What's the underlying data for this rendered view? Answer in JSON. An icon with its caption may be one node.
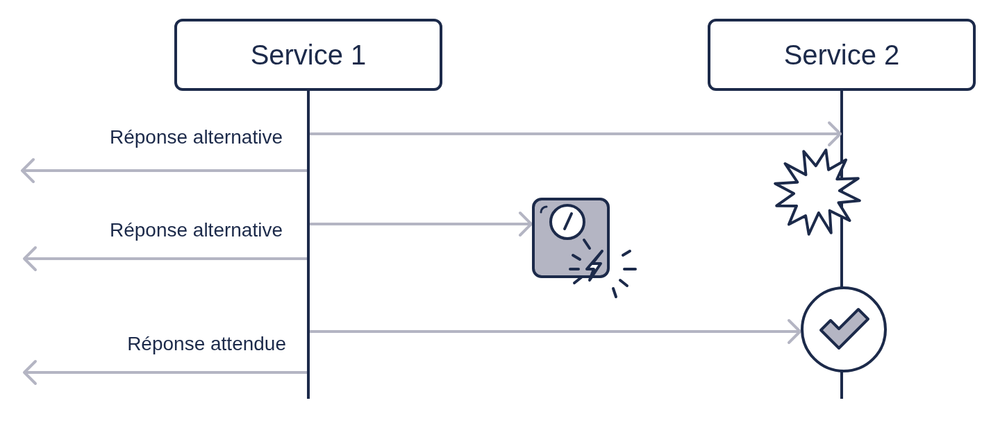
{
  "diagram": {
    "nodes": [
      {
        "text": [
          "Service 1"
        ]
      },
      {
        "text": [
          "Service 2"
        ]
      },
      {
        "text": [],
        "shape": "bar"
      },
      {
        "text": [],
        "shape": "bar"
      },
      {
        "text": [],
        "shape": "starburst"
      },
      {
        "text": [],
        "shape": "picture"
      },
      {
        "text": [],
        "shape": "circle"
      }
    ],
    "edges": [
      {
        "from": 2,
        "to": 3,
        "arrow": "to"
      },
      {
        "from": 2,
        "to": null,
        "arrow": "to",
        "label": "Réponse alternative"
      },
      {
        "from": 2,
        "to": 5,
        "arrow": "to"
      },
      {
        "from": 2,
        "to": null,
        "arrow": "to",
        "label": "Réponse alternative"
      },
      {
        "from": 2,
        "to": 6,
        "arrow": "to"
      },
      {
        "from": 2,
        "to": null,
        "arrow": "to",
        "label": "Réponse attendue"
      }
    ]
  }
}
